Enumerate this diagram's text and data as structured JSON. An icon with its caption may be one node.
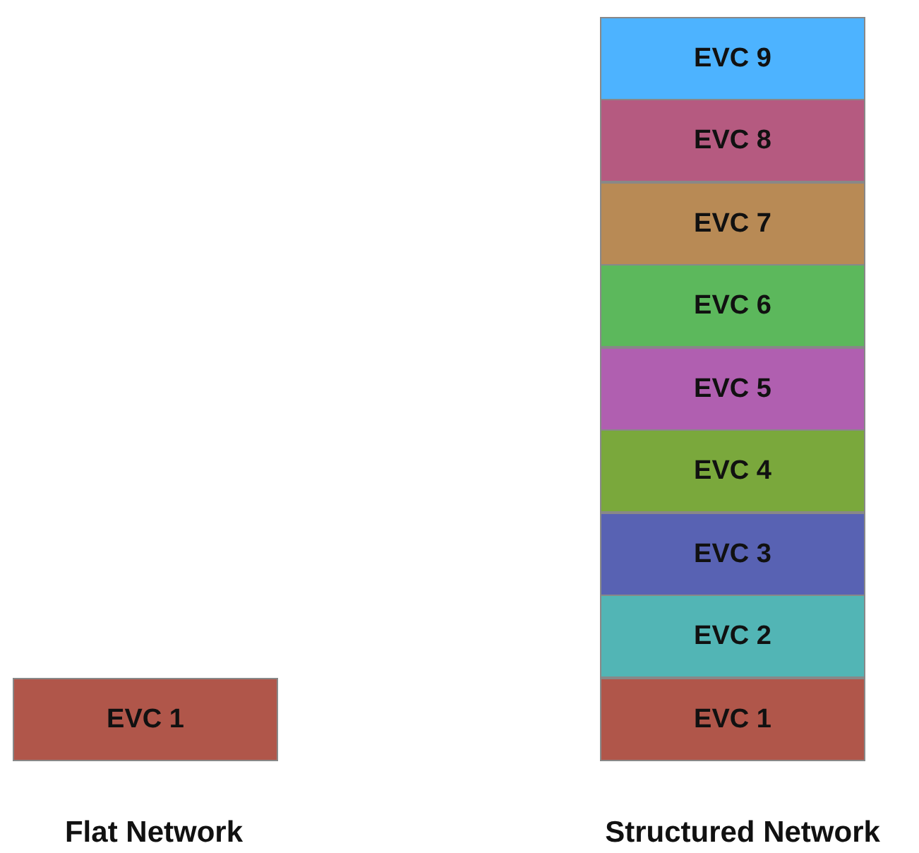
{
  "diagram": {
    "nodes": [
      {
        "text": [
          "EVC 9"
        ]
      },
      {
        "text": [
          "EVC 8"
        ]
      },
      {
        "text": [
          "EVC 7"
        ]
      },
      {
        "text": [
          "EVC 6"
        ]
      },
      {
        "text": [
          "EVC 5"
        ]
      },
      {
        "text": [
          "EVC 4"
        ]
      },
      {
        "text": [
          "EVC 3"
        ]
      },
      {
        "text": [
          "EVC 2"
        ]
      },
      {
        "text": [
          "EVC 1"
        ]
      },
      {
        "text": [
          "EVC 1"
        ]
      }
    ],
    "labels": [
      "Flat Network",
      "Structured Network"
    ]
  }
}
